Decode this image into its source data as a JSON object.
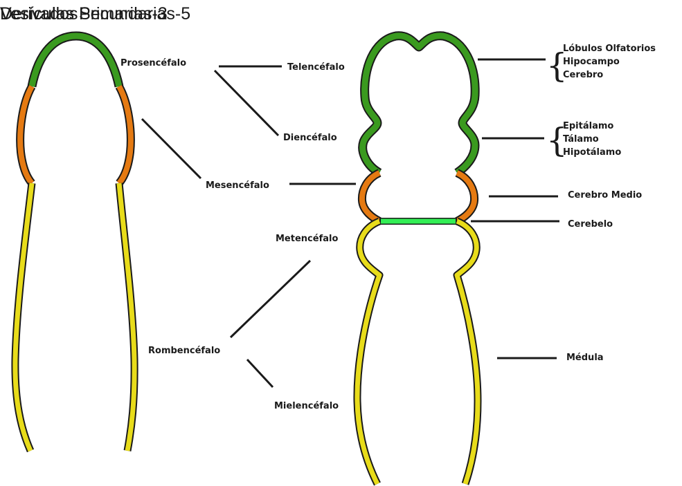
{
  "headings": {
    "primary": "Vesículas Primarias-3",
    "secondary": "Vesículas Secundarias-5",
    "derived": "Derivados"
  },
  "primary_vesicles": {
    "prosencephalon": "Prosencéfalo",
    "mesencephalon": "Mesencéfalo",
    "rhombencephalon": "Rombencéfalo"
  },
  "secondary_vesicles": {
    "telencephalon": "Telencéfalo",
    "diencephalon": "Diencéfalo",
    "metencephalon": "Metencéfalo",
    "myelencephalon": "Mielencéfalo"
  },
  "derivatives": {
    "telencephalon": [
      "Lóbulos Olfatorios",
      "Hipocampo",
      "Cerebro"
    ],
    "diencephalon": [
      "Epitálamo",
      "Tálamo",
      "Hipotálamo"
    ],
    "mesencephalon": "Cerebro Medio",
    "metencephalon": "Cerebelo",
    "myelencephalon": "Médula"
  },
  "colors": {
    "forebrain_green": "#3a9a1f",
    "midbrain_orange": "#e57a12",
    "hindbrain_yellow": "#e8dc1a",
    "cerebellum_bright_green": "#33ee55",
    "outline": "#1a1a1a"
  }
}
